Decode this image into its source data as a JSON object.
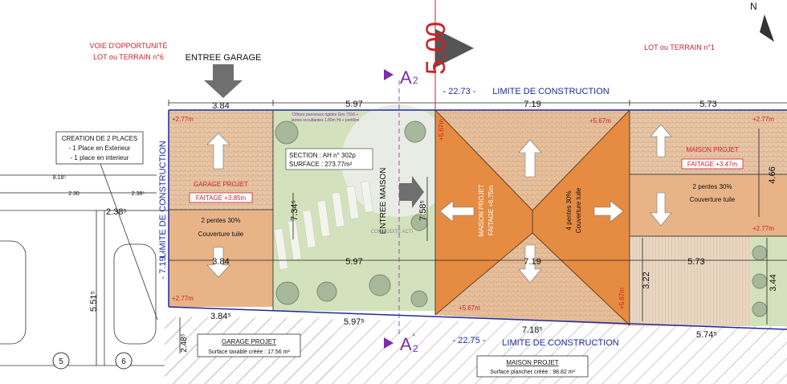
{
  "header_labels": {
    "voie_line1": "VOIE D'OPPORTUNITÉ",
    "voie_line2": "LOT ou TERRAIN n°6",
    "lot1": "LOT ou TERRAIN n°1",
    "entree_garage": "ENTREE GARAGE",
    "compass_n": "N",
    "big_dim": "5.00"
  },
  "section_marks": {
    "a2_top_letter": "A",
    "a2_top_sub": "2",
    "a2_bottom_letter": "A",
    "a2_bottom_prime": "'",
    "a2_bottom_sub": "2"
  },
  "limits": {
    "top": "LIMITE DE CONSTRUCTION",
    "bottom": "LIMITE DE CONSTRUCTION",
    "left": "LIMITE DE CONSTRUCTION",
    "top_len": "- 22.73 -",
    "bottom_len": "- 22.75 -",
    "left_len": "- 7.19 -"
  },
  "dimensions": {
    "top": [
      "3.84",
      "5.97",
      "7.19",
      "5.73"
    ],
    "mid": [
      "3.84",
      "5.97",
      "7.19",
      "5.73"
    ],
    "bottom": [
      "3.84⁵",
      "5.97⁵",
      "7.18⁵",
      "5.74⁵"
    ],
    "left_2_38": "2.38⁵",
    "left_5_51": "5.51⁵",
    "left_2_48": "2.48⁵",
    "small_8_18": "8.18⁵",
    "small_2_30": "2.30",
    "small_2_38": "2.38⁵",
    "v_7_34": "7.34⁵",
    "v_7_58": "7.58⁵",
    "v_4_66": "4.66",
    "v_3_22": "3.22",
    "v_3_44": "3.44"
  },
  "levels": {
    "garage_tl": "+2.77m",
    "garage_bl": "+2.77m",
    "house_center_tl": "+5.67m",
    "house_center_tr": "+5.67m",
    "house_center_bl": "+5.67m",
    "house_center_br": "+5.67m",
    "house_right_tr": "+2.77m",
    "house_right_mr": "+2.77m"
  },
  "creation_note": {
    "line1": "CREATION DE 2 PLACES",
    "line2": "- 1 Place en Exterieur",
    "line3": "- 1 place en interieur"
  },
  "garage": {
    "title": "GARAGE PROJET",
    "faitage": "FAITAGE +3.85m",
    "roof1": "2 pentes 30%",
    "roof2": "Couverture tuile",
    "box_title": "GARAGE PROJET",
    "box_surface": "Surface taxable créée : 17.56 m²"
  },
  "courtyard": {
    "fence_note_1": "Clôture panneaux rigides Gris 7016 +",
    "fence_note_2": "lames occultantes 1.80m Ht + portillon",
    "section_line": "SECTION : AH n° 302p",
    "surface_line": "SURFACE : 273.77m²",
    "entree_maison": "ENTREE MAISON",
    "watermark": "COMMODITE ACTI"
  },
  "house_center": {
    "title": "MAISON PROJET",
    "faitage": "FAITAGE +6.75m",
    "roof1": "4 pentes 30%",
    "roof2": "Couverture tuile"
  },
  "house_right": {
    "title": "MAISON PROJET",
    "faitage": "FAITAGE +3.47m",
    "roof1": "2 pentes 30%",
    "roof2": "Couverture tuile"
  },
  "house_box": {
    "title": "MAISON PROJET",
    "surface": "Surface plancher créée : 98.82 m²"
  },
  "parking": [
    "5",
    "6"
  ],
  "colors": {
    "red": "#d0202a",
    "blue": "#1e2a9c",
    "orange": "#e58c42",
    "tile": "#e9c8a6",
    "grass": "#cfe0b8",
    "purple": "#7b2fa8"
  }
}
